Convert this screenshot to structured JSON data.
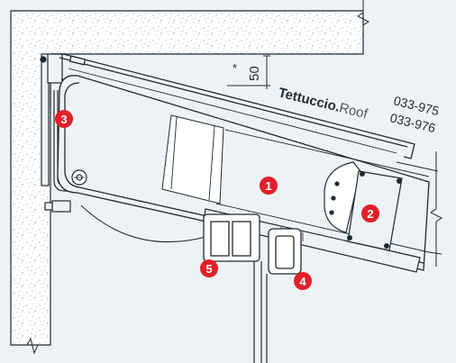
{
  "dimension": {
    "mark": "*",
    "value": "50"
  },
  "brand": {
    "name_bold": "Tettuccio.",
    "name_light": "Roof"
  },
  "codes": [
    "033-975",
    "033-976"
  ],
  "callouts": [
    {
      "id": "callout-1",
      "label": "1"
    },
    {
      "id": "callout-2",
      "label": "2"
    },
    {
      "id": "callout-3",
      "label": "3"
    },
    {
      "id": "callout-4",
      "label": "4"
    },
    {
      "id": "callout-5",
      "label": "5"
    }
  ],
  "colors": {
    "background": "#eef2f5",
    "concrete": "#ffffff",
    "line": "#1f2a33",
    "callout": "#e1202a",
    "callout_text": "#ffffff"
  }
}
